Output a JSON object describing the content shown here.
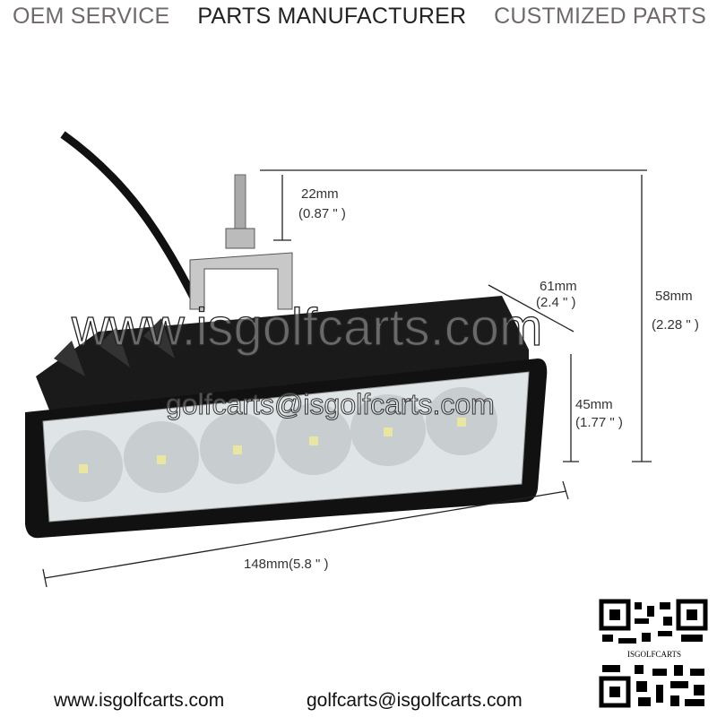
{
  "header": {
    "items": [
      "OEM SERVICE",
      "PARTS MANUFACTURER",
      "CUSTMIZED PARTS"
    ]
  },
  "dimensions": {
    "bolt_mm": "22mm",
    "bolt_in": "(0.87 \" )",
    "depth_mm": "61mm",
    "depth_in": "(2.4 \" )",
    "height_mm": "58mm",
    "height_in": "(2.28 \" )",
    "lens_mm": "45mm",
    "lens_in": "(1.77 \" )",
    "length": "148mm(5.8 \" )"
  },
  "watermark": {
    "site": "www.isgolfcarts.com",
    "email": "golfcarts@isgolfcarts.com",
    "qr_label": "ISGOLFCARTS"
  },
  "footer": {
    "website": "www.isgolfcarts.com",
    "email": "golfcarts@isgolfcarts.com"
  }
}
